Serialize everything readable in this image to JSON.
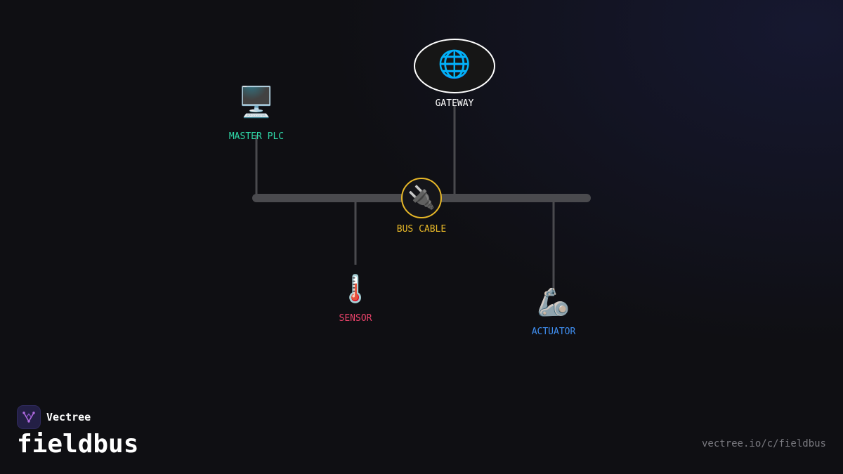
{
  "brand": {
    "name": "Vectree",
    "title": "fieldbus",
    "url": "vectree.io/c/fieldbus",
    "logo_icon": "vectree-logo-icon",
    "logo_bg": "#231f45",
    "logo_accent": "#b06ae0"
  },
  "diagram": {
    "bus": {
      "label": "BUS CABLE",
      "icon": "plug-icon",
      "glyph": "🔌",
      "color": "#e8b828"
    },
    "nodes": {
      "master_plc": {
        "label": "MASTER PLC",
        "icon": "desktop-computer-icon",
        "glyph": "🖥️",
        "color": "#2fd8a8"
      },
      "gateway": {
        "label": "GATEWAY",
        "icon": "globe-icon",
        "glyph": "🌐",
        "color": "#ffffff"
      },
      "sensor": {
        "label": "SENSOR",
        "icon": "thermometer-icon",
        "glyph": "🌡️",
        "color": "#e8436a"
      },
      "actuator": {
        "label": "ACTUATOR",
        "icon": "robot-arm-icon",
        "glyph": "🦾",
        "color": "#3f8ef0"
      }
    },
    "line_color": "#4a4a4e"
  }
}
